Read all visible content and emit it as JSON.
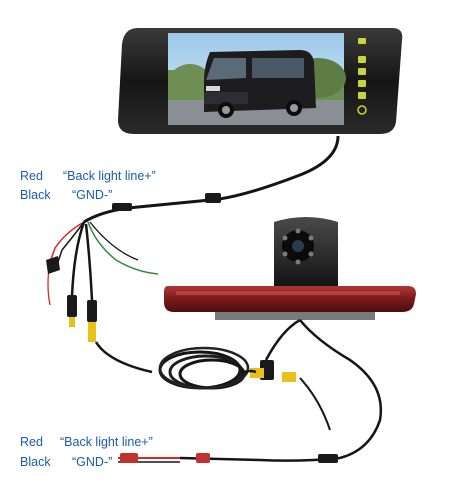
{
  "wire_labels_upper": {
    "red": "Red",
    "black": "Black",
    "back_light": "“Back light line+”",
    "gnd": "“GND-”"
  },
  "wire_labels_lower": {
    "red": "Red",
    "black": "Black",
    "back_light": "“Back light line+”",
    "gnd": "“GND-”"
  },
  "colors": {
    "label_text": "#1a5cb0",
    "monitor_body": "#1c1c1c",
    "camera_housing": "#8b1f1f",
    "wire_red": "#d62828",
    "rca_yellow": "#e8c21a"
  }
}
